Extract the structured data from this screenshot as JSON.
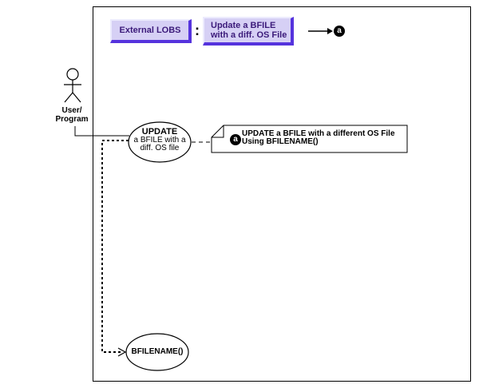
{
  "header": {
    "category_label": "External LOBS",
    "separator": ":",
    "topic_label_line1": "Update a BFILE",
    "topic_label_line2": "with a diff. OS File",
    "badge": "a"
  },
  "actor": {
    "label_line1": "User/",
    "label_line2": "Program"
  },
  "use_case": {
    "title": "UPDATE",
    "line2": "a BFILE with a",
    "line3": "diff. OS file"
  },
  "note": {
    "badge": "a",
    "line1": "UPDATE a BFILE with a different OS File",
    "line2": "Using BFILENAME()"
  },
  "sub_use_case": {
    "label": "BFILENAME()"
  },
  "colors": {
    "button_fill": "#d6d0f5",
    "button_shadow": "#5533dd",
    "button_text": "#3b1a7a"
  }
}
